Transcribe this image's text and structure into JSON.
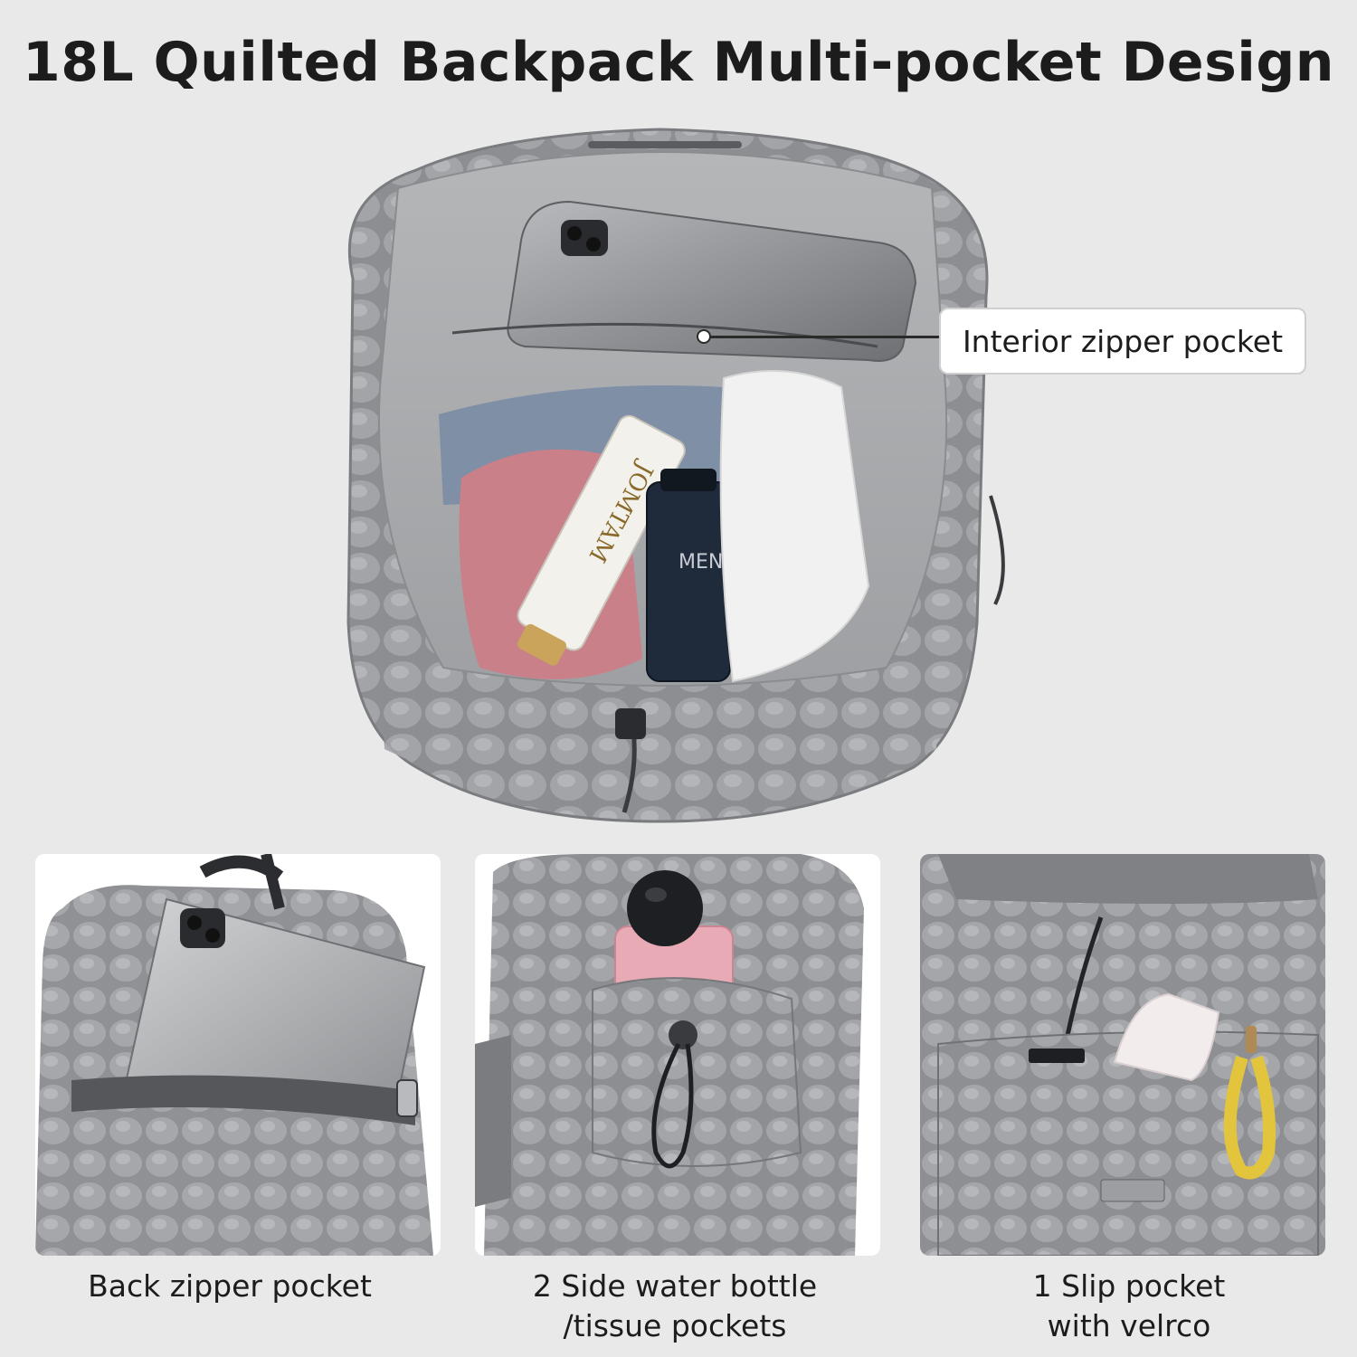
{
  "title": "18L Quilted Backpack Multi-pocket Design",
  "callout": {
    "label": "Interior zipper pocket"
  },
  "hero_labels": {
    "tube_brand": "JOMTAM",
    "bottle_brand": "MEN"
  },
  "panels": [
    {
      "caption_lines": [
        "Back zipper pocket"
      ]
    },
    {
      "caption_lines": [
        "2 Side water bottle",
        "/tissue pockets"
      ]
    },
    {
      "caption_lines": [
        "1 Slip pocket",
        "with velrco"
      ]
    }
  ],
  "colors": {
    "background": "#e9e9e9",
    "bag_gray": "#8e9094",
    "lining_gray": "#a9abad",
    "text": "#1c1c1c"
  }
}
